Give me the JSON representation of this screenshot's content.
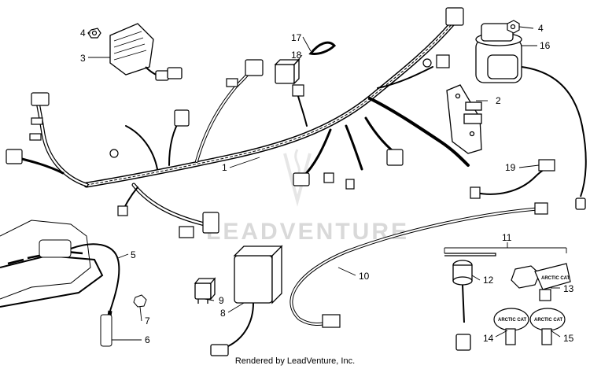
{
  "watermark": "LEADVENTURE",
  "credit": "Rendered by LeadVenture, Inc.",
  "callouts": {
    "c1": "1",
    "c2": "2",
    "c3": "3",
    "c4a": "4",
    "c4b": "4",
    "c5": "5",
    "c6": "6",
    "c7": "7",
    "c8": "8",
    "c9": "9",
    "c10": "10",
    "c11": "11",
    "c12": "12",
    "c13": "13",
    "c14": "14",
    "c15": "15",
    "c16": "16",
    "c17": "17",
    "c18": "18",
    "c19": "19"
  },
  "key_brand": "ARCTIC CAT",
  "colors": {
    "line": "#000000",
    "paper": "#ffffff",
    "watermark": "#d9d9d9"
  }
}
